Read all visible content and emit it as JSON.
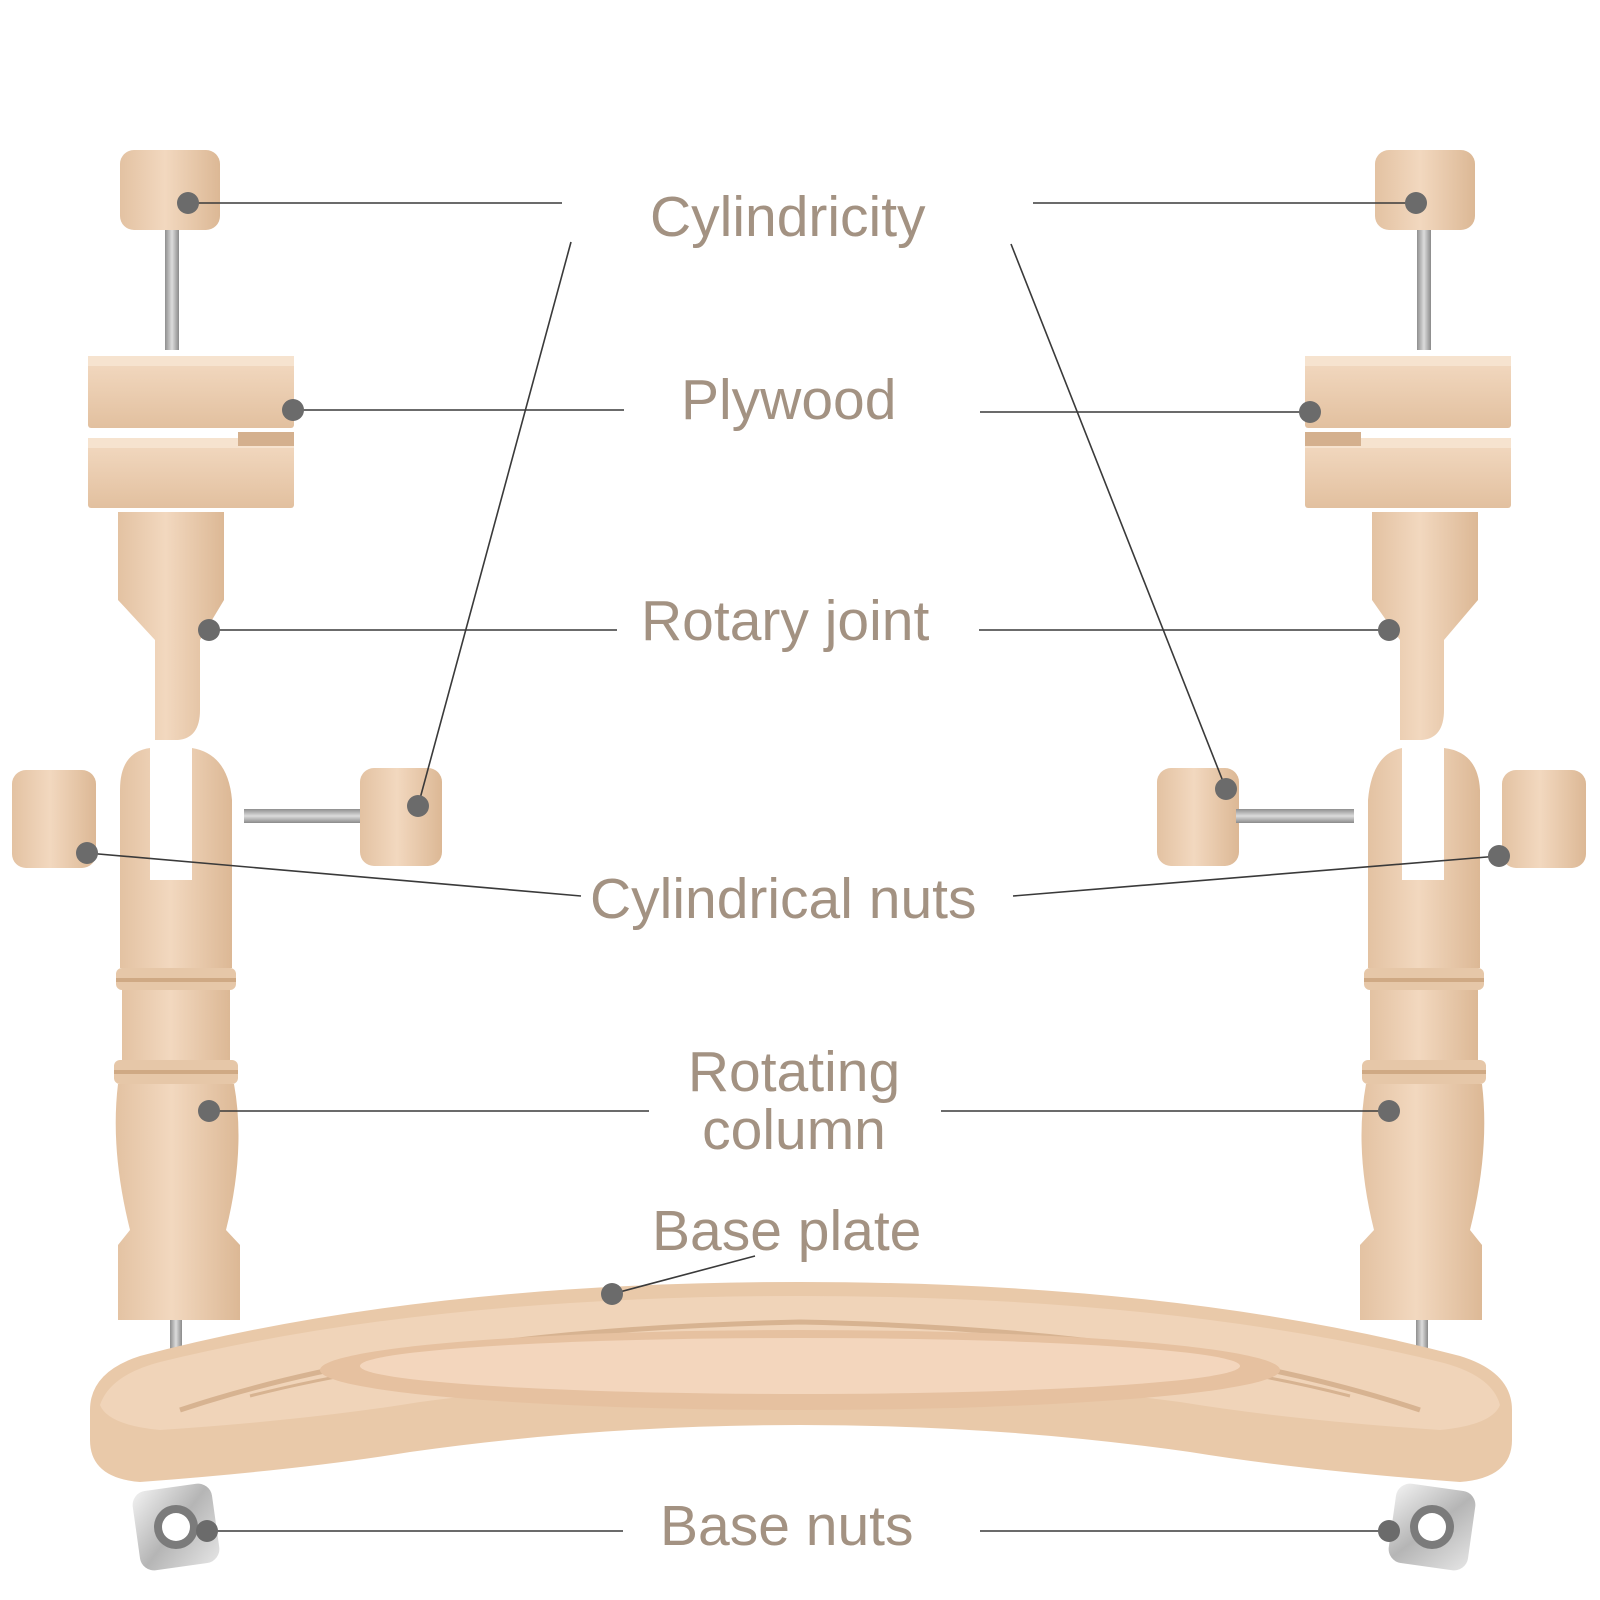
{
  "labels": {
    "cylindricity": "Cylindricity",
    "plywood": "Plywood",
    "rotary_joint": "Rotary joint",
    "cylindrical_nuts": "Cylindrical nuts",
    "rotating_column_line1": "Rotating",
    "rotating_column_line2": "column",
    "base_plate": "Base plate",
    "base_nuts": "Base nuts"
  },
  "colors": {
    "wood": "#eccfb3",
    "wood_dark": "#d9b796",
    "label_text": "#a39282",
    "callout_dot": "#6b6b6b",
    "callout_line": "#3a3a3a",
    "metal": "#b9b9b9"
  }
}
